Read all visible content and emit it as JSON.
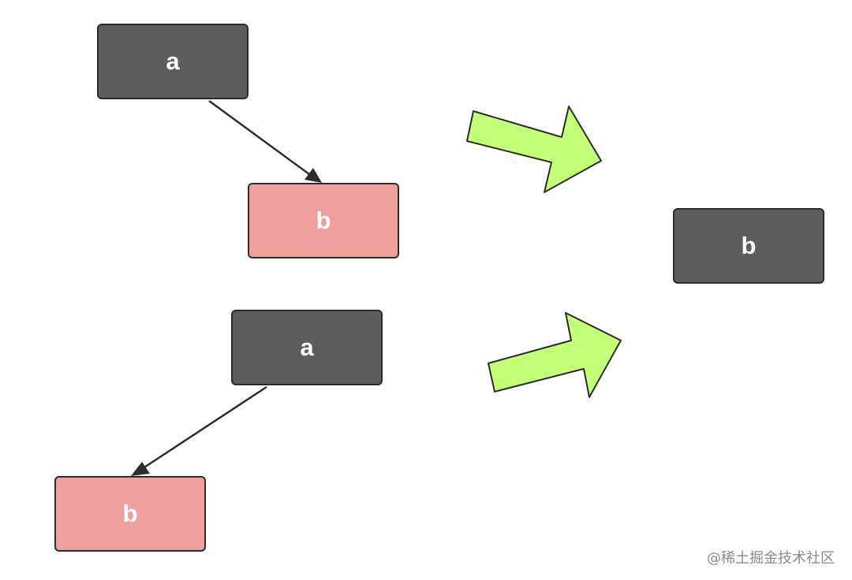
{
  "diagram": {
    "left_top_pair": {
      "source_label": "a",
      "target_label": "b"
    },
    "left_bottom_pair": {
      "source_label": "a",
      "target_label": "b"
    },
    "result_label": "b"
  },
  "colors": {
    "dark_node": "#5d5d5d",
    "removed_node": "#ef9f9c",
    "border": "#2c2c2c",
    "transition_arrow": "#c3ff77"
  },
  "watermark": "@稀土掘金技术社区"
}
